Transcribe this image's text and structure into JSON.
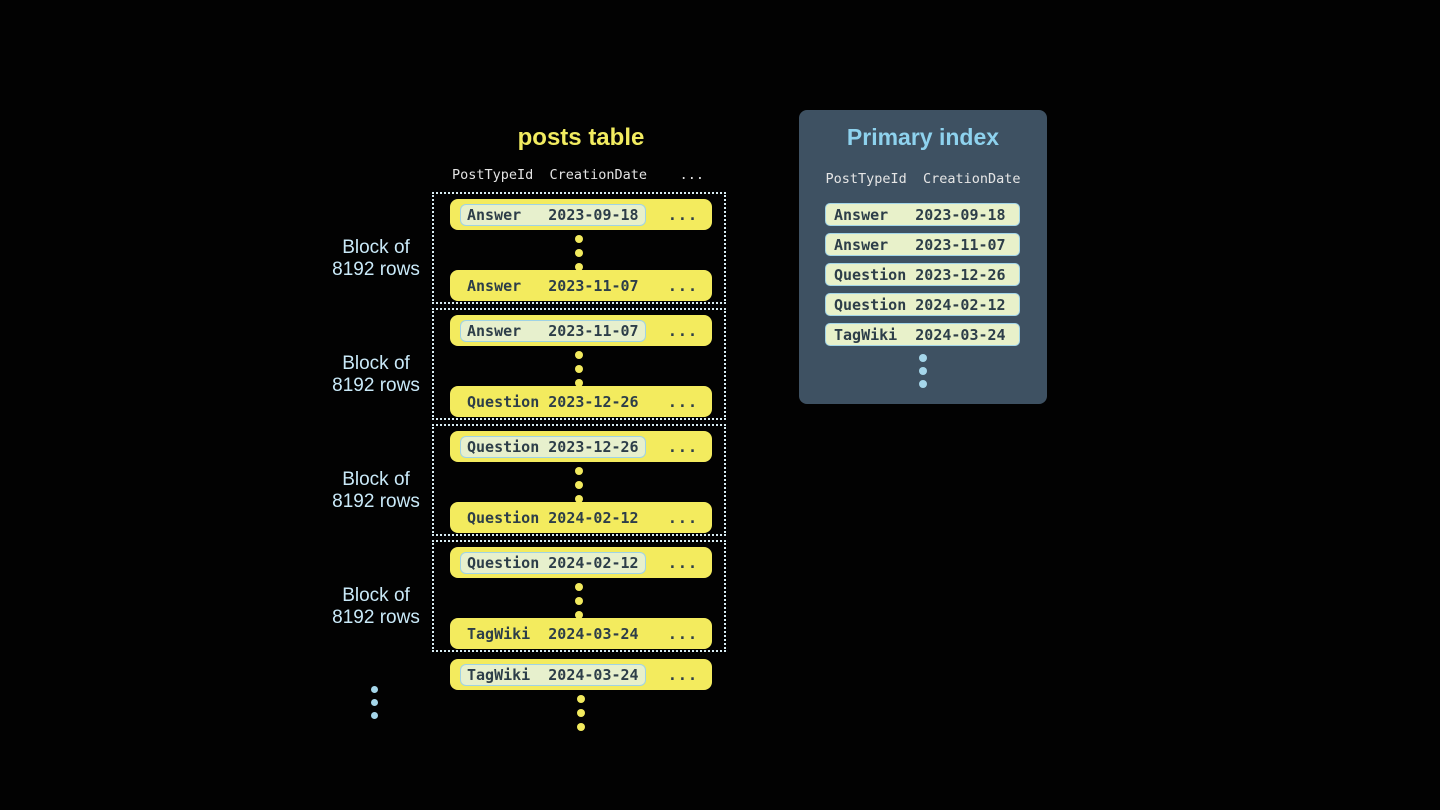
{
  "posts_table": {
    "title": "posts table",
    "header": "PostTypeId  CreationDate    ...",
    "ellipsis": "...",
    "blocks": [
      {
        "label": [
          "Block of",
          "8192 rows"
        ],
        "first_row": {
          "type": "Answer",
          "date": "2023-09-18"
        },
        "last_row": {
          "type": "Answer",
          "date": "2023-11-07"
        }
      },
      {
        "label": [
          "Block of",
          "8192 rows"
        ],
        "first_row": {
          "type": "Answer",
          "date": "2023-11-07"
        },
        "last_row": {
          "type": "Question",
          "date": "2023-12-26"
        }
      },
      {
        "label": [
          "Block of",
          "8192 rows"
        ],
        "first_row": {
          "type": "Question",
          "date": "2023-12-26"
        },
        "last_row": {
          "type": "Question",
          "date": "2024-02-12"
        }
      },
      {
        "label": [
          "Block of",
          "8192 rows"
        ],
        "first_row": {
          "type": "Question",
          "date": "2024-02-12"
        },
        "last_row": {
          "type": "TagWiki",
          "date": "2024-03-24"
        }
      }
    ],
    "overflow_row": {
      "type": "TagWiki",
      "date": "2024-03-24"
    }
  },
  "primary_index": {
    "title": "Primary index",
    "header": "PostTypeId  CreationDate",
    "rows": [
      {
        "type": "Answer",
        "date": "2023-09-18"
      },
      {
        "type": "Answer",
        "date": "2023-11-07"
      },
      {
        "type": "Question",
        "date": "2023-12-26"
      },
      {
        "type": "Question",
        "date": "2024-02-12"
      },
      {
        "type": "TagWiki",
        "date": "2024-03-24"
      }
    ]
  },
  "colors": {
    "background": "#020202",
    "posts_title": "#f2ec60",
    "row_yellow": "#f3eb5e",
    "highlight_fill": "#e7f0cd",
    "highlight_border": "#9fd3e6",
    "row_text": "#2d3e49",
    "header_text": "#e3e3e3",
    "dotted_border": "#d8ecf2",
    "block_label": "#c9e9f8",
    "panel_background": "#3e5162",
    "panel_title": "#8ed2ee",
    "index_row_fill": "#e8f1ca",
    "index_row_border": "#a2d5e8",
    "dot_blue": "#a5d6ea"
  }
}
